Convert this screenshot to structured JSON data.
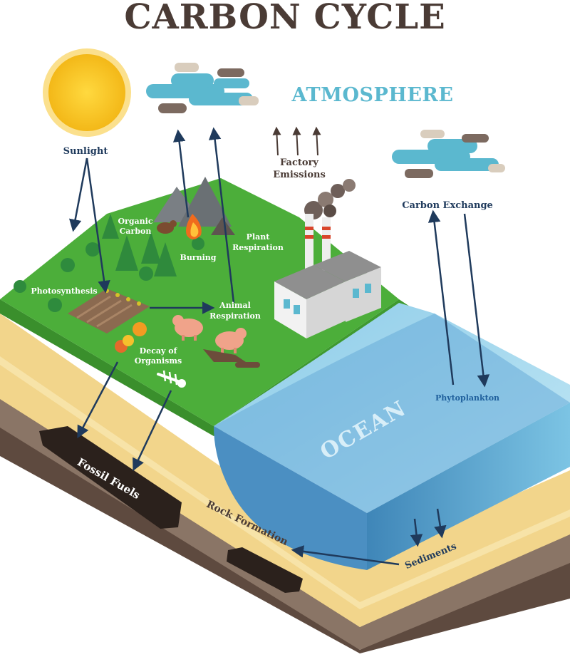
{
  "title": "CARBON CYCLE",
  "labels": {
    "atmosphere": "ATMOSPHERE",
    "sunlight": "Sunlight",
    "organic_carbon_1": "Organic",
    "organic_carbon_2": "Carbon",
    "burning": "Burning",
    "plant_respiration_1": "Plant",
    "plant_respiration_2": "Respiration",
    "factory_emissions_1": "Factory",
    "factory_emissions_2": "Emissions",
    "carbon_exchange": "Carbon Exchange",
    "photosynthesis": "Photosynthesis",
    "animal_respiration_1": "Animal",
    "animal_respiration_2": "Respiration",
    "decay_1": "Decay of",
    "decay_2": "Organisms",
    "phytoplankton": "Phytoplankton",
    "ocean": "OCEAN",
    "fossil_fuels": "Fossil Fuels",
    "rock_formation": "Rock Formation",
    "sediments": "Sediments"
  },
  "colors": {
    "title": "#4a3b35",
    "atmosphere": "#5bb8cf",
    "label_dark": "#1f3a5c",
    "label_light": "#ffffff",
    "grass": "#4cae3a",
    "grass_side": "#3a8f2c",
    "sand": "#f2d58b",
    "rock": "#8a7566",
    "ocean": "#6aaed6",
    "ocean_top": "#a9dcef",
    "arrow": "#1f3a5c",
    "sun": "#f7c62f"
  }
}
